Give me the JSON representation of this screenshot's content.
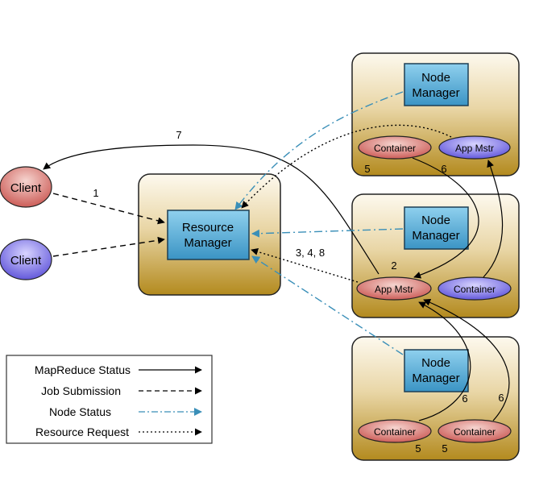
{
  "resource_manager": {
    "label_line1": "Resource",
    "label_line2": "Manager"
  },
  "clients": [
    {
      "label": "Client",
      "color": "#d9736e"
    },
    {
      "label": "Client",
      "color": "#7c72e6"
    }
  ],
  "nodes": [
    {
      "manager": {
        "line1": "Node",
        "line2": "Manager"
      },
      "ellipses": [
        {
          "label": "Container",
          "color": "#d9736e"
        },
        {
          "label": "App Mstr",
          "color": "#7c72e6"
        }
      ],
      "numbers": [
        "5",
        "6"
      ]
    },
    {
      "manager": {
        "line1": "Node",
        "line2": "Manager"
      },
      "ellipses": [
        {
          "label": "App Mstr",
          "color": "#d9736e"
        },
        {
          "label": "Container",
          "color": "#7c72e6"
        }
      ],
      "numbers": [
        "2"
      ]
    },
    {
      "manager": {
        "line1": "Node",
        "line2": "Manager"
      },
      "ellipses": [
        {
          "label": "Container",
          "color": "#d9736e"
        },
        {
          "label": "Container",
          "color": "#d9736e"
        }
      ],
      "numbers": [
        "5",
        "5",
        "6",
        "6"
      ]
    }
  ],
  "edge_labels": {
    "status_to_client": "7",
    "client_submit": "1",
    "resource_request": "3, 4, 8"
  },
  "legend": {
    "items": [
      {
        "label": "MapReduce Status",
        "style": "solid",
        "color": "#000000"
      },
      {
        "label": "Job Submission",
        "style": "dashed",
        "color": "#000000"
      },
      {
        "label": "Node Status",
        "style": "dash-dot",
        "color": "#3a8fb8"
      },
      {
        "label": "Resource Request",
        "style": "dotted",
        "color": "#000000"
      }
    ]
  },
  "colors": {
    "box_gradient_top": "#fdf9ee",
    "box_gradient_bottom": "#b38a1e",
    "manager_fill": "#4aa8d6",
    "node_status_line": "#3a8fb8"
  }
}
